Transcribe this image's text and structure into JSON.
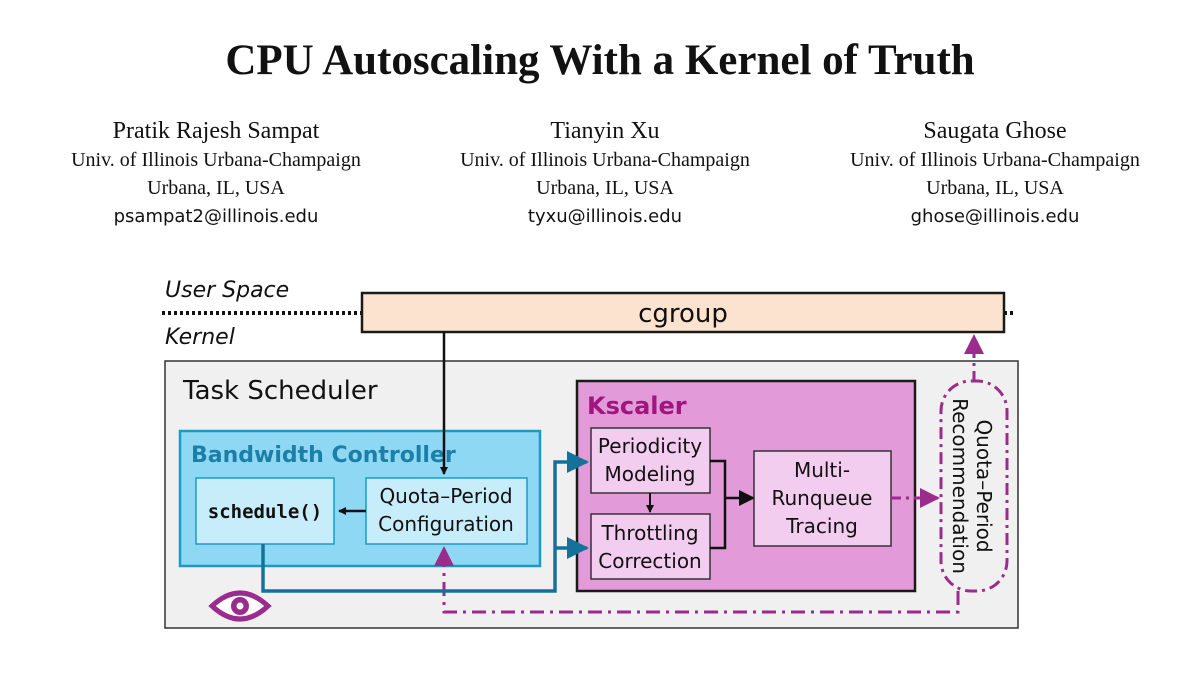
{
  "title": "CPU Autoscaling With a Kernel of Truth",
  "authors": [
    {
      "name": "Pratik Rajesh Sampat",
      "affiliation": "Univ. of Illinois Urbana-Champaign",
      "location": "Urbana, IL, USA",
      "email": "psampat2@illinois.edu"
    },
    {
      "name": "Tianyin Xu",
      "affiliation": "Univ. of Illinois Urbana-Champaign",
      "location": "Urbana, IL, USA",
      "email": "tyxu@illinois.edu"
    },
    {
      "name": "Saugata Ghose",
      "affiliation": "Univ. of Illinois Urbana-Champaign",
      "location": "Urbana, IL, USA",
      "email": "ghose@illinois.edu"
    }
  ],
  "figure": {
    "user_space_label": "User Space",
    "kernel_label": "Kernel",
    "cgroup_label": "cgroup",
    "task_scheduler_label": "Task Scheduler",
    "bandwidth_controller_label": "Bandwidth Controller",
    "schedule_label": "schedule()",
    "quota_config_line1": "Quota–Period",
    "quota_config_line2": "Configuration",
    "kscaler_label": "Kscaler",
    "periodicity_line1": "Periodicity",
    "periodicity_line2": "Modeling",
    "throttling_line1": "Throttling",
    "throttling_line2": "Correction",
    "multi_line1": "Multi-",
    "multi_line2": "Runqueue",
    "multi_line3": "Tracing",
    "recommendation_line1": "Quota–Period",
    "recommendation_line2": "Recommendation",
    "colors": {
      "cgroup_fill": "#fce3d0",
      "task_scheduler_fill": "#f0f0f0",
      "bandwidth_fill": "#8fd8f4",
      "bandwidth_border": "#1a9bc4",
      "bandwidth_title": "#1b7fa8",
      "inner_blue_fill": "#c7ecfa",
      "kscaler_fill": "#e29ad8",
      "kscaler_title": "#a0167f",
      "inner_purple_fill": "#f3cdef",
      "teal_arrow": "#14729a",
      "purple_dashed": "#9c2b8e"
    },
    "icons": [
      "eye-icon"
    ]
  }
}
